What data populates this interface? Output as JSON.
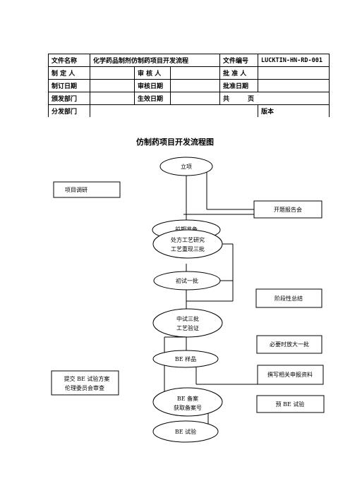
{
  "header": {
    "row1": {
      "name_label": "文件名称",
      "name_value": "化学药品制剂仿制药项目开发流程",
      "number_label": "文件编号",
      "number_value": "LUCKTIN-HN-RD-001"
    },
    "row2": {
      "author_label": "制 定 人",
      "author_value": "",
      "reviewer_label": "审 核 人",
      "reviewer_value": "",
      "approver_label": "批 准 人",
      "approver_value": ""
    },
    "row3": {
      "made_date_label": "制订日期",
      "made_date_value": "",
      "review_date_label": "审核日期",
      "review_date_value": "",
      "approve_date_label": "批准日期",
      "approve_date_value": ""
    },
    "row4": {
      "issue_dept_label": "颁发部门",
      "issue_dept_value": "",
      "effective_date_label": "生效日期",
      "effective_date_value": "",
      "total_label": "共",
      "pages_label": "页"
    },
    "row5": {
      "dist_dept_label": "分发部门",
      "dist_dept_value": "",
      "version_label": "版本",
      "version_value": ""
    }
  },
  "flow": {
    "title": "仿制药项目开发流程图",
    "nodes": {
      "lixiang": "立项",
      "xiangmu_diaoyan": "项目调研",
      "kaiti_baogao": "开题报告会",
      "qianqi_zhunbei": "前期准备",
      "chufang_line1": "处方工艺研究",
      "chufang_line2": "工艺重现三批",
      "chushi": "初试一批",
      "jieduan_zongjie": "阶段性总结",
      "zhongshi_line1": "中试三批",
      "zhongshi_line2": "工艺验证",
      "biyao_fangda": "必要时放大一批",
      "be_yangpin": "BE 样品",
      "zhuanxie": "撰写相关申报资料",
      "tijiao_line1": "提交 BE 试验方案",
      "tijiao_line2": "伦理委员会审查",
      "be_beian_line1": "BE 备案",
      "be_beian_line2": "获取备案号",
      "yu_be": "预 BE 试验",
      "be_shiyan": "BE 试验"
    }
  }
}
